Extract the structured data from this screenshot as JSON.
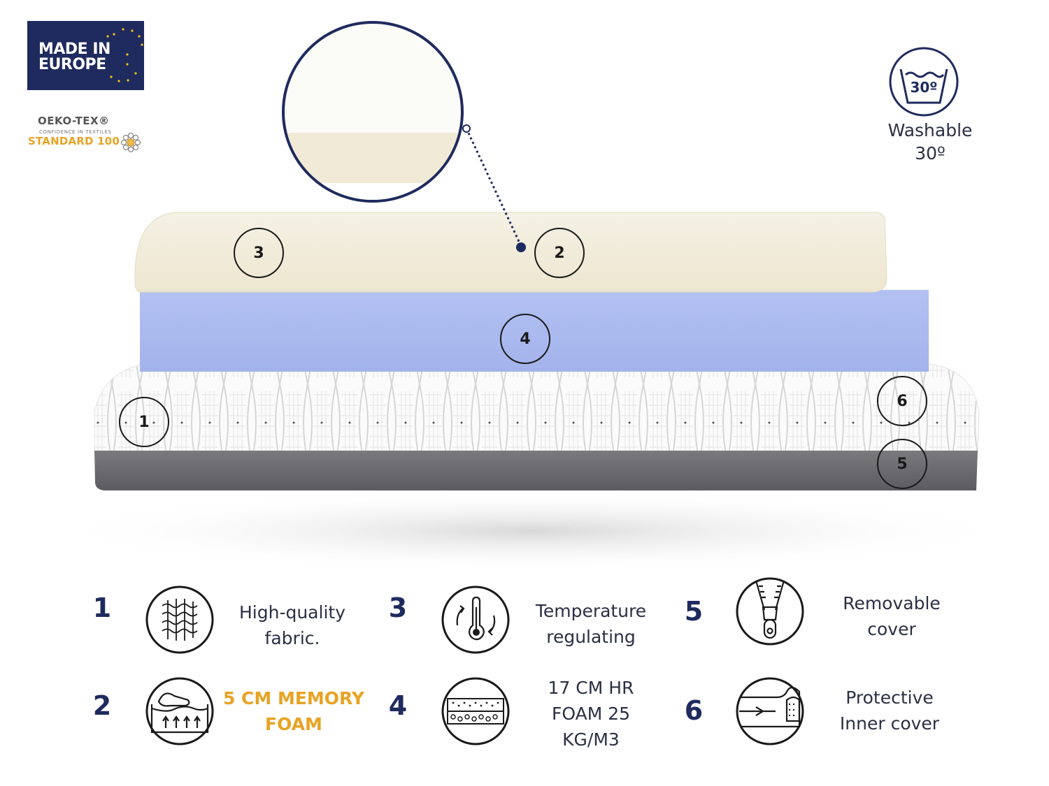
{
  "badges": {
    "eu_line1": "MADE IN",
    "eu_line2": "EUROPE",
    "oeko_line1": "OEKO-TEX®",
    "oeko_line2": "CONFIDENCE IN TEXTILES",
    "oeko_line3": "STANDARD 100"
  },
  "washable": {
    "temp": "30º",
    "line1": "Washable",
    "line2": "30º"
  },
  "markers": [
    "1",
    "2",
    "3",
    "4",
    "5",
    "6"
  ],
  "features": [
    {
      "num": "1",
      "icon": "fabric-icon",
      "line1": "High-quality",
      "line2": "fabric.",
      "line3": ""
    },
    {
      "num": "2",
      "icon": "memory-foam-icon",
      "line1": "5 CM MEMORY",
      "line2": "FOAM",
      "line3": ""
    },
    {
      "num": "3",
      "icon": "thermometer-icon",
      "line1": "Temperature",
      "line2": "regulating",
      "line3": ""
    },
    {
      "num": "4",
      "icon": "foam-layers-icon",
      "line1": "17 CM HR",
      "line2": "FOAM 25",
      "line3": "KG/M3"
    },
    {
      "num": "5",
      "icon": "zipper-icon",
      "line1": "Removable",
      "line2": "cover",
      "line3": ""
    },
    {
      "num": "6",
      "icon": "inner-cover-icon",
      "line1": "Protective",
      "line2": "Inner cover",
      "line3": ""
    }
  ],
  "colors": {
    "navy": "#1f2b5e",
    "orange": "#e8a324",
    "topper": "#f3efe1",
    "foam_blue": "#a8b8ee",
    "grey_base": "#6b6b6e"
  }
}
